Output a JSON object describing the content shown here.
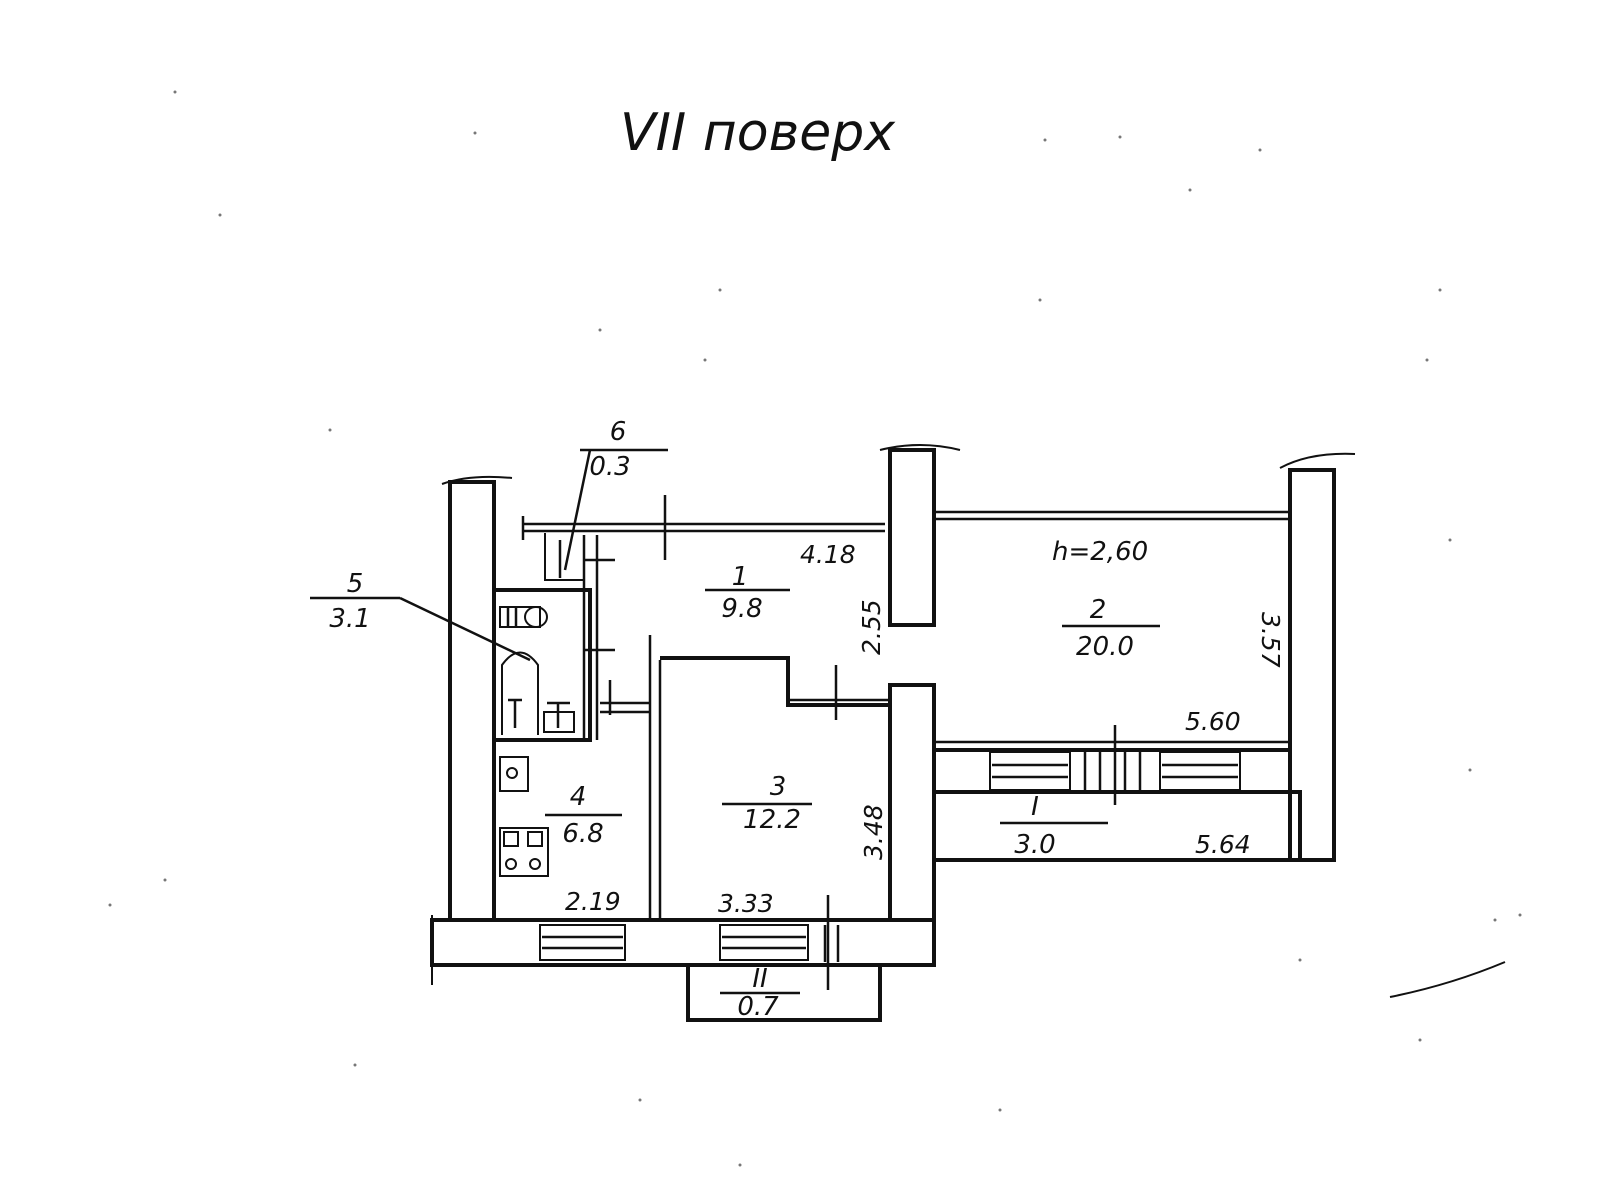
{
  "floor_title": "VII поверх",
  "ceiling_height": "h=2,60",
  "rooms": [
    {
      "id": "1",
      "number": "1",
      "area": "9.8"
    },
    {
      "id": "2",
      "number": "2",
      "area": "20.0"
    },
    {
      "id": "3",
      "number": "3",
      "area": "12.2"
    },
    {
      "id": "4",
      "number": "4",
      "area": "6.8"
    },
    {
      "id": "5",
      "number": "5",
      "area": "3.1"
    },
    {
      "id": "6",
      "number": "6",
      "area": "0.3"
    }
  ],
  "balconies": [
    {
      "id": "I",
      "number": "I",
      "area": "3.0"
    },
    {
      "id": "II",
      "number": "II",
      "area": "0.7"
    }
  ],
  "dimensions": {
    "d418": "4.18",
    "d255": "2.55",
    "d357": "3.57",
    "d560": "5.60",
    "d564": "5.64",
    "d348": "3.48",
    "d219": "2.19",
    "d333": "3.33"
  }
}
